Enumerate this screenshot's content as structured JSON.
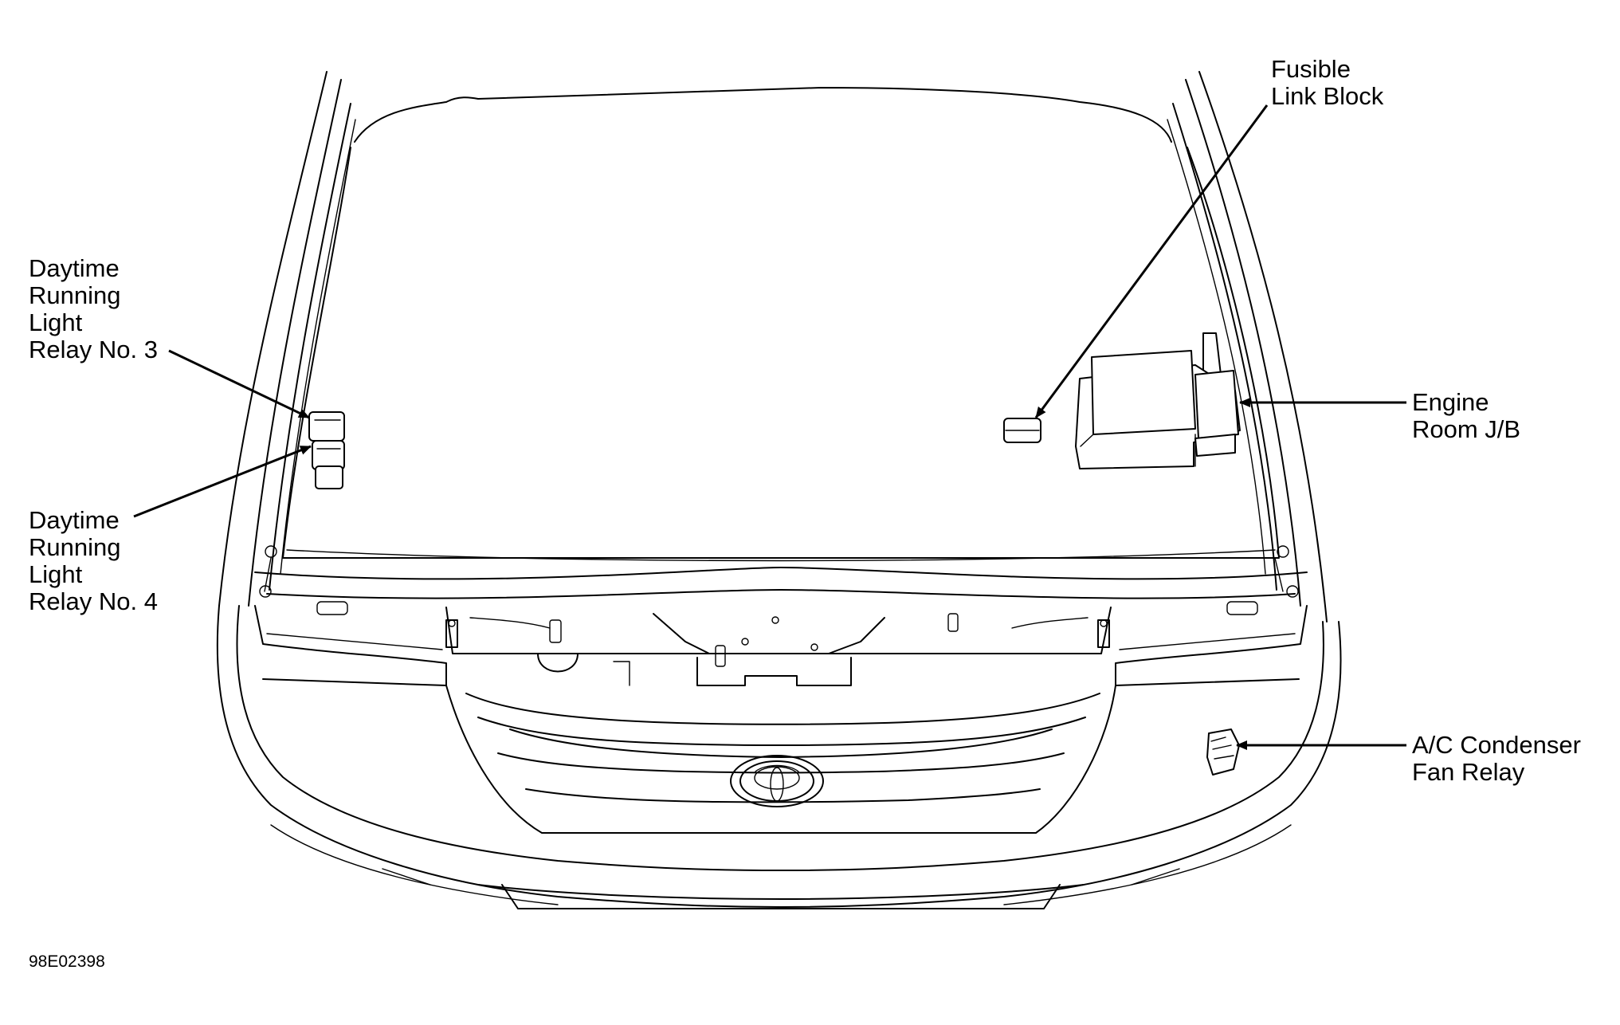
{
  "labels": {
    "drl3": [
      "Daytime",
      "Running",
      "Light",
      "Relay No. 3"
    ],
    "drl4": [
      "Daytime",
      "Running",
      "Light",
      "Relay No. 4"
    ],
    "fusible": [
      "Fusible",
      "Link Block"
    ],
    "engine_jb": [
      "Engine",
      "Room J/B"
    ],
    "ac_relay": [
      "A/C Condenser",
      "Fan Relay"
    ]
  },
  "figure_code": "98E02398"
}
